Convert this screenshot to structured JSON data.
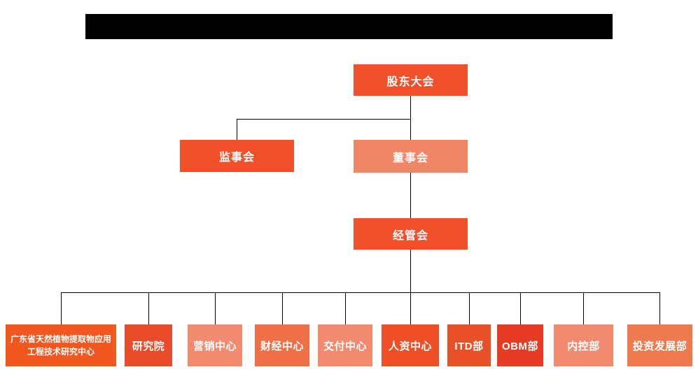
{
  "org": {
    "shareholders_meeting": {
      "label": "股东大会",
      "color": "#f0512b"
    },
    "supervisory_board": {
      "label": "监事会",
      "color": "#f0512b"
    },
    "board_of_directors": {
      "label": "董事会",
      "color": "#ef8767"
    },
    "management_committee": {
      "label": "经管会",
      "color": "#f0512b"
    },
    "departments": [
      {
        "label": "广东省天然植物提取物应用工程技术研究中心",
        "color": "#f2571f"
      },
      {
        "label": "研究院",
        "color": "#e94c2a"
      },
      {
        "label": "营销中心",
        "color": "#f28a70"
      },
      {
        "label": "财经中心",
        "color": "#ef7046"
      },
      {
        "label": "交付中心",
        "color": "#f28a70"
      },
      {
        "label": "人资中心",
        "color": "#ee4f26"
      },
      {
        "label": "ITD部",
        "color": "#e85128"
      },
      {
        "label": "OBM部",
        "color": "#e63b24"
      },
      {
        "label": "内控部",
        "color": "#f28a70"
      },
      {
        "label": "投资发展部",
        "color": "#f07a50"
      }
    ],
    "edges": [
      [
        "股东大会",
        "监事会"
      ],
      [
        "股东大会",
        "董事会"
      ],
      [
        "董事会",
        "经管会"
      ],
      [
        "经管会",
        "广东省天然植物提取物应用工程技术研究中心"
      ],
      [
        "经管会",
        "研究院"
      ],
      [
        "经管会",
        "营销中心"
      ],
      [
        "经管会",
        "财经中心"
      ],
      [
        "经管会",
        "交付中心"
      ],
      [
        "经管会",
        "人资中心"
      ],
      [
        "经管会",
        "ITD部"
      ],
      [
        "经管会",
        "OBM部"
      ],
      [
        "经管会",
        "内控部"
      ],
      [
        "经管会",
        "投资发展部"
      ]
    ]
  },
  "colors": {
    "primary_orange": "#f0512b",
    "light_salmon": "#ef8767",
    "line_black": "#000000",
    "text_white": "#ffffff"
  }
}
